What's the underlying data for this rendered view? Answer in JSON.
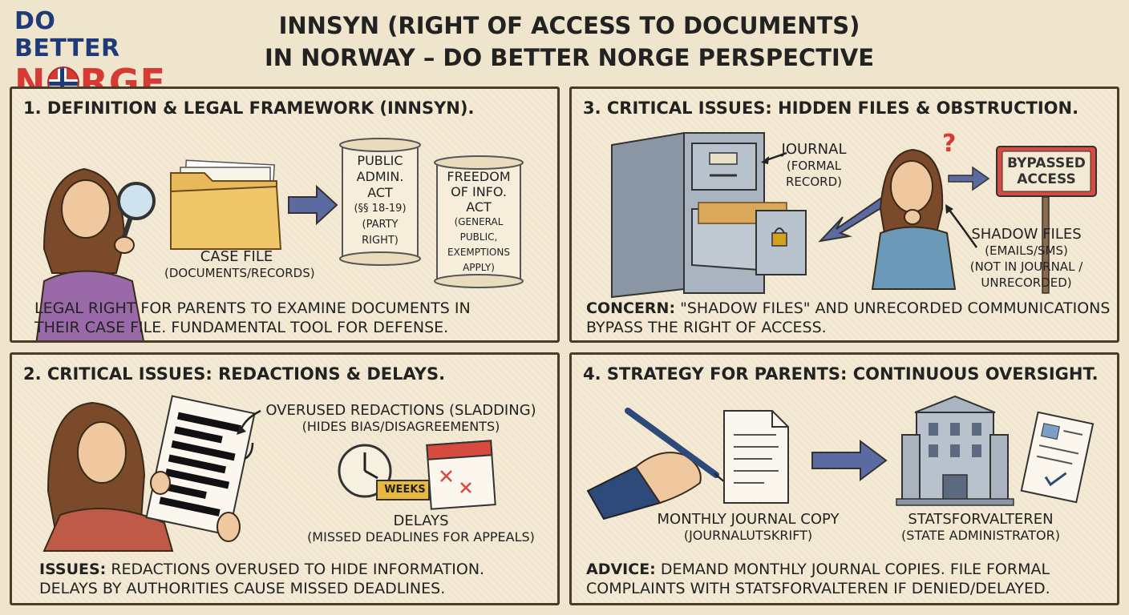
{
  "logo": {
    "line1": "DO BETTER",
    "line2_left": "N",
    "line2_right": "RGE"
  },
  "title": {
    "line1": "INNSYN (RIGHT OF ACCESS TO DOCUMENTS)",
    "line2": "IN NORWAY – DO BETTER NORGE PERSPECTIVE"
  },
  "panel1": {
    "heading": "1. DEFINITION & LEGAL FRAMEWORK (INNSYN).",
    "case_file_label": "CASE FILE",
    "case_file_sub": "(DOCUMENTS/RECORDS)",
    "scroll1": [
      "PUBLIC",
      "ADMIN.",
      "ACT",
      "(§§ 18-19)",
      "(PARTY",
      "RIGHT)"
    ],
    "scroll2": [
      "FREEDOM",
      "OF INFO.",
      "ACT",
      "(GENERAL",
      "PUBLIC,",
      "EXEMPTIONS",
      "APPLY)"
    ],
    "caption_line1": "LEGAL RIGHT FOR PARENTS TO EXAMINE DOCUMENTS IN",
    "caption_line2": "THEIR CASE FILE. FUNDAMENTAL TOOL FOR DEFENSE."
  },
  "panel3": {
    "heading": "3. CRITICAL ISSUES: HIDDEN FILES & OBSTRUCTION.",
    "journal_label": "JOURNAL",
    "journal_sub": "(FORMAL RECORD)",
    "question_mark": "?",
    "sign_line1": "BYPASSED",
    "sign_line2": "ACCESS",
    "shadow_label": "SHADOW FILES",
    "shadow_sub1": "(EMAILS/SMS)",
    "shadow_sub2": "(NOT IN JOURNAL /",
    "shadow_sub3": "UNRECORDED)",
    "caption_bold": "CONCERN:",
    "caption_line1_rest": " \"SHADOW FILES\" AND UNRECORDED COMMUNICATIONS",
    "caption_line2": "BYPASS THE RIGHT OF ACCESS."
  },
  "panel2": {
    "heading": "2. CRITICAL ISSUES: REDACTIONS & DELAYS.",
    "redaction_label": "OVERUSED REDACTIONS (SLADDING)",
    "redaction_sub": "(HIDES BIAS/DISAGREEMENTS)",
    "weeks_tag": "WEEKS",
    "delays_label": "DELAYS",
    "delays_sub": "(MISSED DEADLINES FOR APPEALS)",
    "caption_bold": "ISSUES:",
    "caption_line1_rest": " REDACTIONS OVERUSED TO HIDE INFORMATION.",
    "caption_line2": "DELAYS BY AUTHORITIES CAUSE MISSED DEADLINES."
  },
  "panel4": {
    "heading": "4. STRATEGY FOR PARENTS: CONTINUOUS OVERSIGHT.",
    "journal_copy_label": "MONTHLY JOURNAL COPY",
    "journal_copy_sub": "(JOURNALUTSKRIFT)",
    "statsforvalter_label": "STATSFORVALTEREN",
    "statsforvalter_sub": "(STATE ADMINISTRATOR)",
    "caption_bold": "ADVICE:",
    "caption_line1_rest": " DEMAND MONTHLY JOURNAL COPIES. FILE FORMAL",
    "caption_line2": "COMPLAINTS WITH STATSFORVALTEREN IF DENIED/DELAYED."
  },
  "colors": {
    "brand_blue": "#1e3a78",
    "brand_red": "#d63a35",
    "arrow_blue": "#5b6aa0",
    "paper": "#f4ead4"
  }
}
